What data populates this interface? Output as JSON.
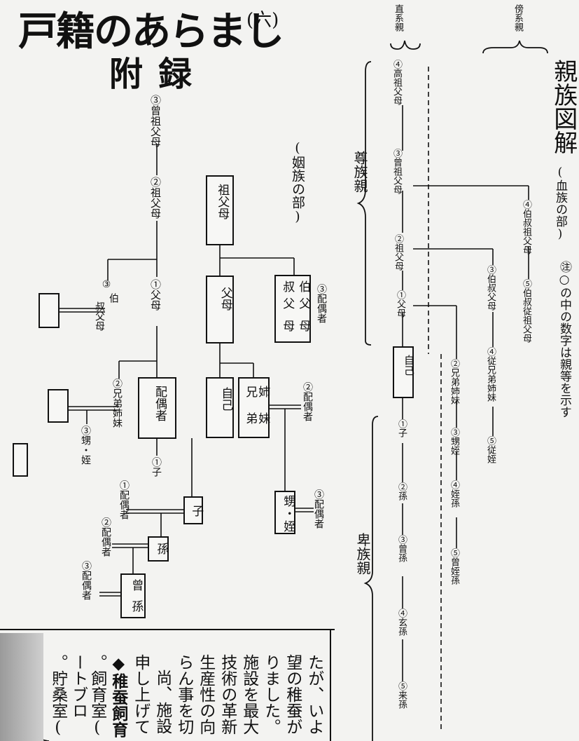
{
  "header": {
    "title": "戸籍のあらまし",
    "number": "(六)",
    "subtitle": "附録"
  },
  "left_diagram": {
    "section_label": "(姻族の部)",
    "chain": [
      "③曾祖父母",
      "②祖父母",
      "①父母"
    ],
    "boxes": {
      "grandparents": "祖父母",
      "parents": "父母",
      "uncles": [
        "伯",
        "父",
        "叔",
        "父",
        "母",
        "母"
      ],
      "spouse": "配偶者",
      "self": "自己",
      "siblings": [
        "姉",
        "兄",
        "妹",
        "弟"
      ],
      "child": "子",
      "grandchild": "孫",
      "great_grandchild": [
        "曾",
        "孫"
      ],
      "nephew": [
        "甥",
        "・",
        "姪"
      ]
    },
    "labels": {
      "uncle_left": [
        "③",
        "伯",
        "叔父母"
      ],
      "uncle_spouse": "③配偶者",
      "sibling_left": "②兄弟姉妹",
      "sibling_spouse": "②配偶者",
      "nephew_left": "③甥・姪",
      "child_of_spouse": "①子",
      "child_spouse": "①配偶者",
      "grandchild_spouse": "②配偶者",
      "great_grandchild_spouse": "③配偶者",
      "nephew_spouse": "③配偶者"
    }
  },
  "right_diagram": {
    "title": "親族図解",
    "subtitle": "(血族の部)",
    "note": "㊟○の中の数字は親等を示す",
    "direct_label": "直系親",
    "collateral_label": "傍系親",
    "ascendant_label": "尊族親",
    "descendant_label": "卑族親",
    "direct_line": [
      "④高祖父母",
      "③曾祖父母",
      "②祖父母",
      "①父母",
      "自己",
      "①子",
      "②孫",
      "③曾孫",
      "④玄孫",
      "⑤来孫"
    ],
    "collateral": {
      "great_uncle": "④伯叔祖父母",
      "great_uncle_child": "⑤伯叔従祖父母",
      "uncle": "③伯叔父母",
      "cousin": "④従兄弟姉妹",
      "cousin_child": "⑤従姪",
      "sibling": "②兄弟姉妹",
      "nephew": "③甥姪",
      "grandnephew": "④姪孫",
      "great_grandnephew": "⑤曾姪孫"
    }
  },
  "article": {
    "columns": [
      "たが、いよ",
      "望の稚蚕が",
      "りました。",
      "施設を最大",
      "技術の革新",
      "生産性の向",
      "らん事を切",
      "尚、施設",
      "申し上げて",
      "◆稚蚕飼育",
      "。飼育室(",
      "ートブロ",
      "。貯桑室("
    ]
  }
}
